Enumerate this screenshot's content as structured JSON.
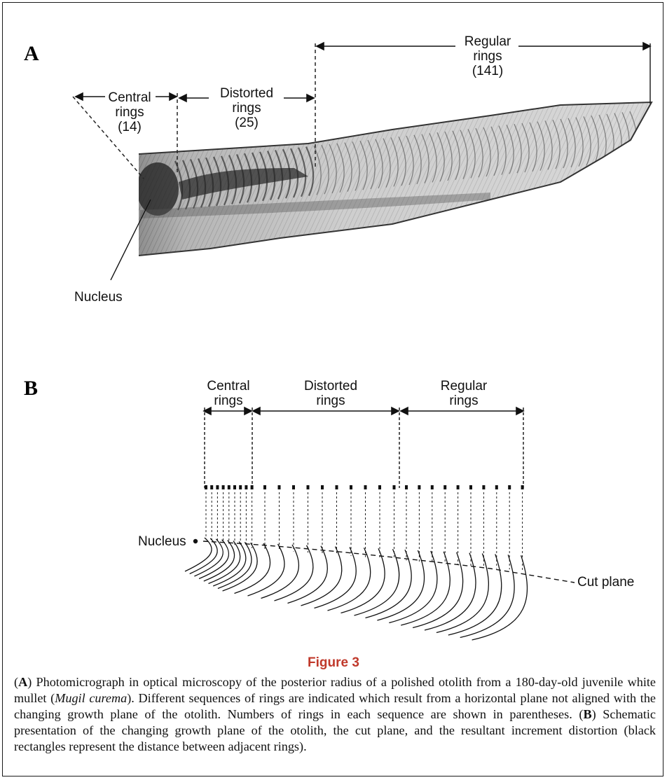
{
  "panel_a": {
    "letter": "A",
    "central": {
      "line1": "Central",
      "line2": "rings",
      "count": "(14)"
    },
    "distorted": {
      "line1": "Distorted",
      "line2": "rings",
      "count": "(25)"
    },
    "regular": {
      "line1": "Regular",
      "line2": "rings",
      "count": "(141)"
    },
    "nucleus_label": "Nucleus"
  },
  "panel_b": {
    "letter": "B",
    "central": {
      "line1": "Central",
      "line2": "rings"
    },
    "distorted": {
      "line1": "Distorted",
      "line2": "rings"
    },
    "regular": {
      "line1": "Regular",
      "line2": "rings"
    },
    "nucleus_label": "Nucleus",
    "cut_plane_label": "Cut plane"
  },
  "figure": {
    "title": "Figure 3",
    "caption": {
      "p1_letter": "A",
      "p1_text": ") Photomicrograph in optical microscopy of the posterior radius of a polished otolith from a 180-day-old juvenile white mullet (",
      "species": "Mugil curema",
      "p1_text2": "). Different sequences of rings are indicated which result from a horizontal plane not aligned with the changing growth plane of the otolith. Numbers of rings in each sequence are shown in parentheses. (",
      "p2_letter": "B",
      "p2_text": ") Schematic presentation of the changing growth plane of the otolith, the cut plane, and the resultant increment distortion (black rectangles represent the distance between adjacent rings)."
    }
  }
}
